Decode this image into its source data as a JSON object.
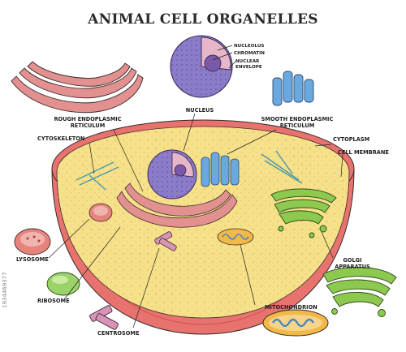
{
  "title": "ANIMAL CELL ORGANELLES",
  "labels": {
    "nucleolus": "NUCLEOLUS",
    "chromatin": "CHROMATIN",
    "nuclear_envelope_1": "NUCLEAR",
    "nuclear_envelope_2": "ENVELOPE",
    "nucleus": "NUCLEUS",
    "rough_er_1": "ROUGH ENDOPLASMIC",
    "rough_er_2": "RETICULUM",
    "smooth_er_1": "SMOOTH ENDOPLASMIC",
    "smooth_er_2": "RETICULUM",
    "cytoskeleton": "CYTOSKELETON",
    "cytoplasm": "CYTOPLASM",
    "cell_membrane": "CELL MEMBRANE",
    "lysosome": "LYSOSOME",
    "ribosome": "RIBOSOME",
    "centrosome": "CENTROSOME",
    "mitochondrion": "MITOCHONDRION",
    "golgi_1": "GOLGI",
    "golgi_2": "APPARATUS"
  },
  "watermark": "1934469377",
  "colors": {
    "cytoplasm": "#f6e08a",
    "membrane": "#e8736e",
    "membrane_dark": "#d95c5a",
    "nucleus": "#8b7bc8",
    "nucleus_inner": "#e7b7c9",
    "rough_er": "#e39090",
    "smooth_er": "#6aa8e0",
    "golgi": "#8cc94e",
    "mitochondrion": "#f2b84a",
    "lysosome": "#e8827c",
    "ribosome": "#9bd36a",
    "centrosome": "#d993b4"
  }
}
